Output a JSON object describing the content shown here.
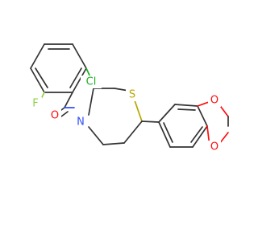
{
  "molecule": {
    "atoms": {
      "chlorine": {
        "symbol": "Cl",
        "color": "#1fad1f"
      },
      "fluorine": {
        "symbol": "F",
        "color": "#8fcf4a"
      },
      "carbonyl_oxygen": {
        "symbol": "O",
        "color": "#ff0d0d"
      },
      "ring_nitrogen": {
        "symbol": "N",
        "color": "#3050f8"
      },
      "ring_sulfur": {
        "symbol": "S",
        "color": "#b8a600"
      },
      "dioxole_oxygen_top": {
        "symbol": "O",
        "color": "#ff0d0d"
      },
      "dioxole_oxygen_bottom": {
        "symbol": "O",
        "color": "#ff0d0d"
      }
    },
    "bond_color": "#333333"
  }
}
